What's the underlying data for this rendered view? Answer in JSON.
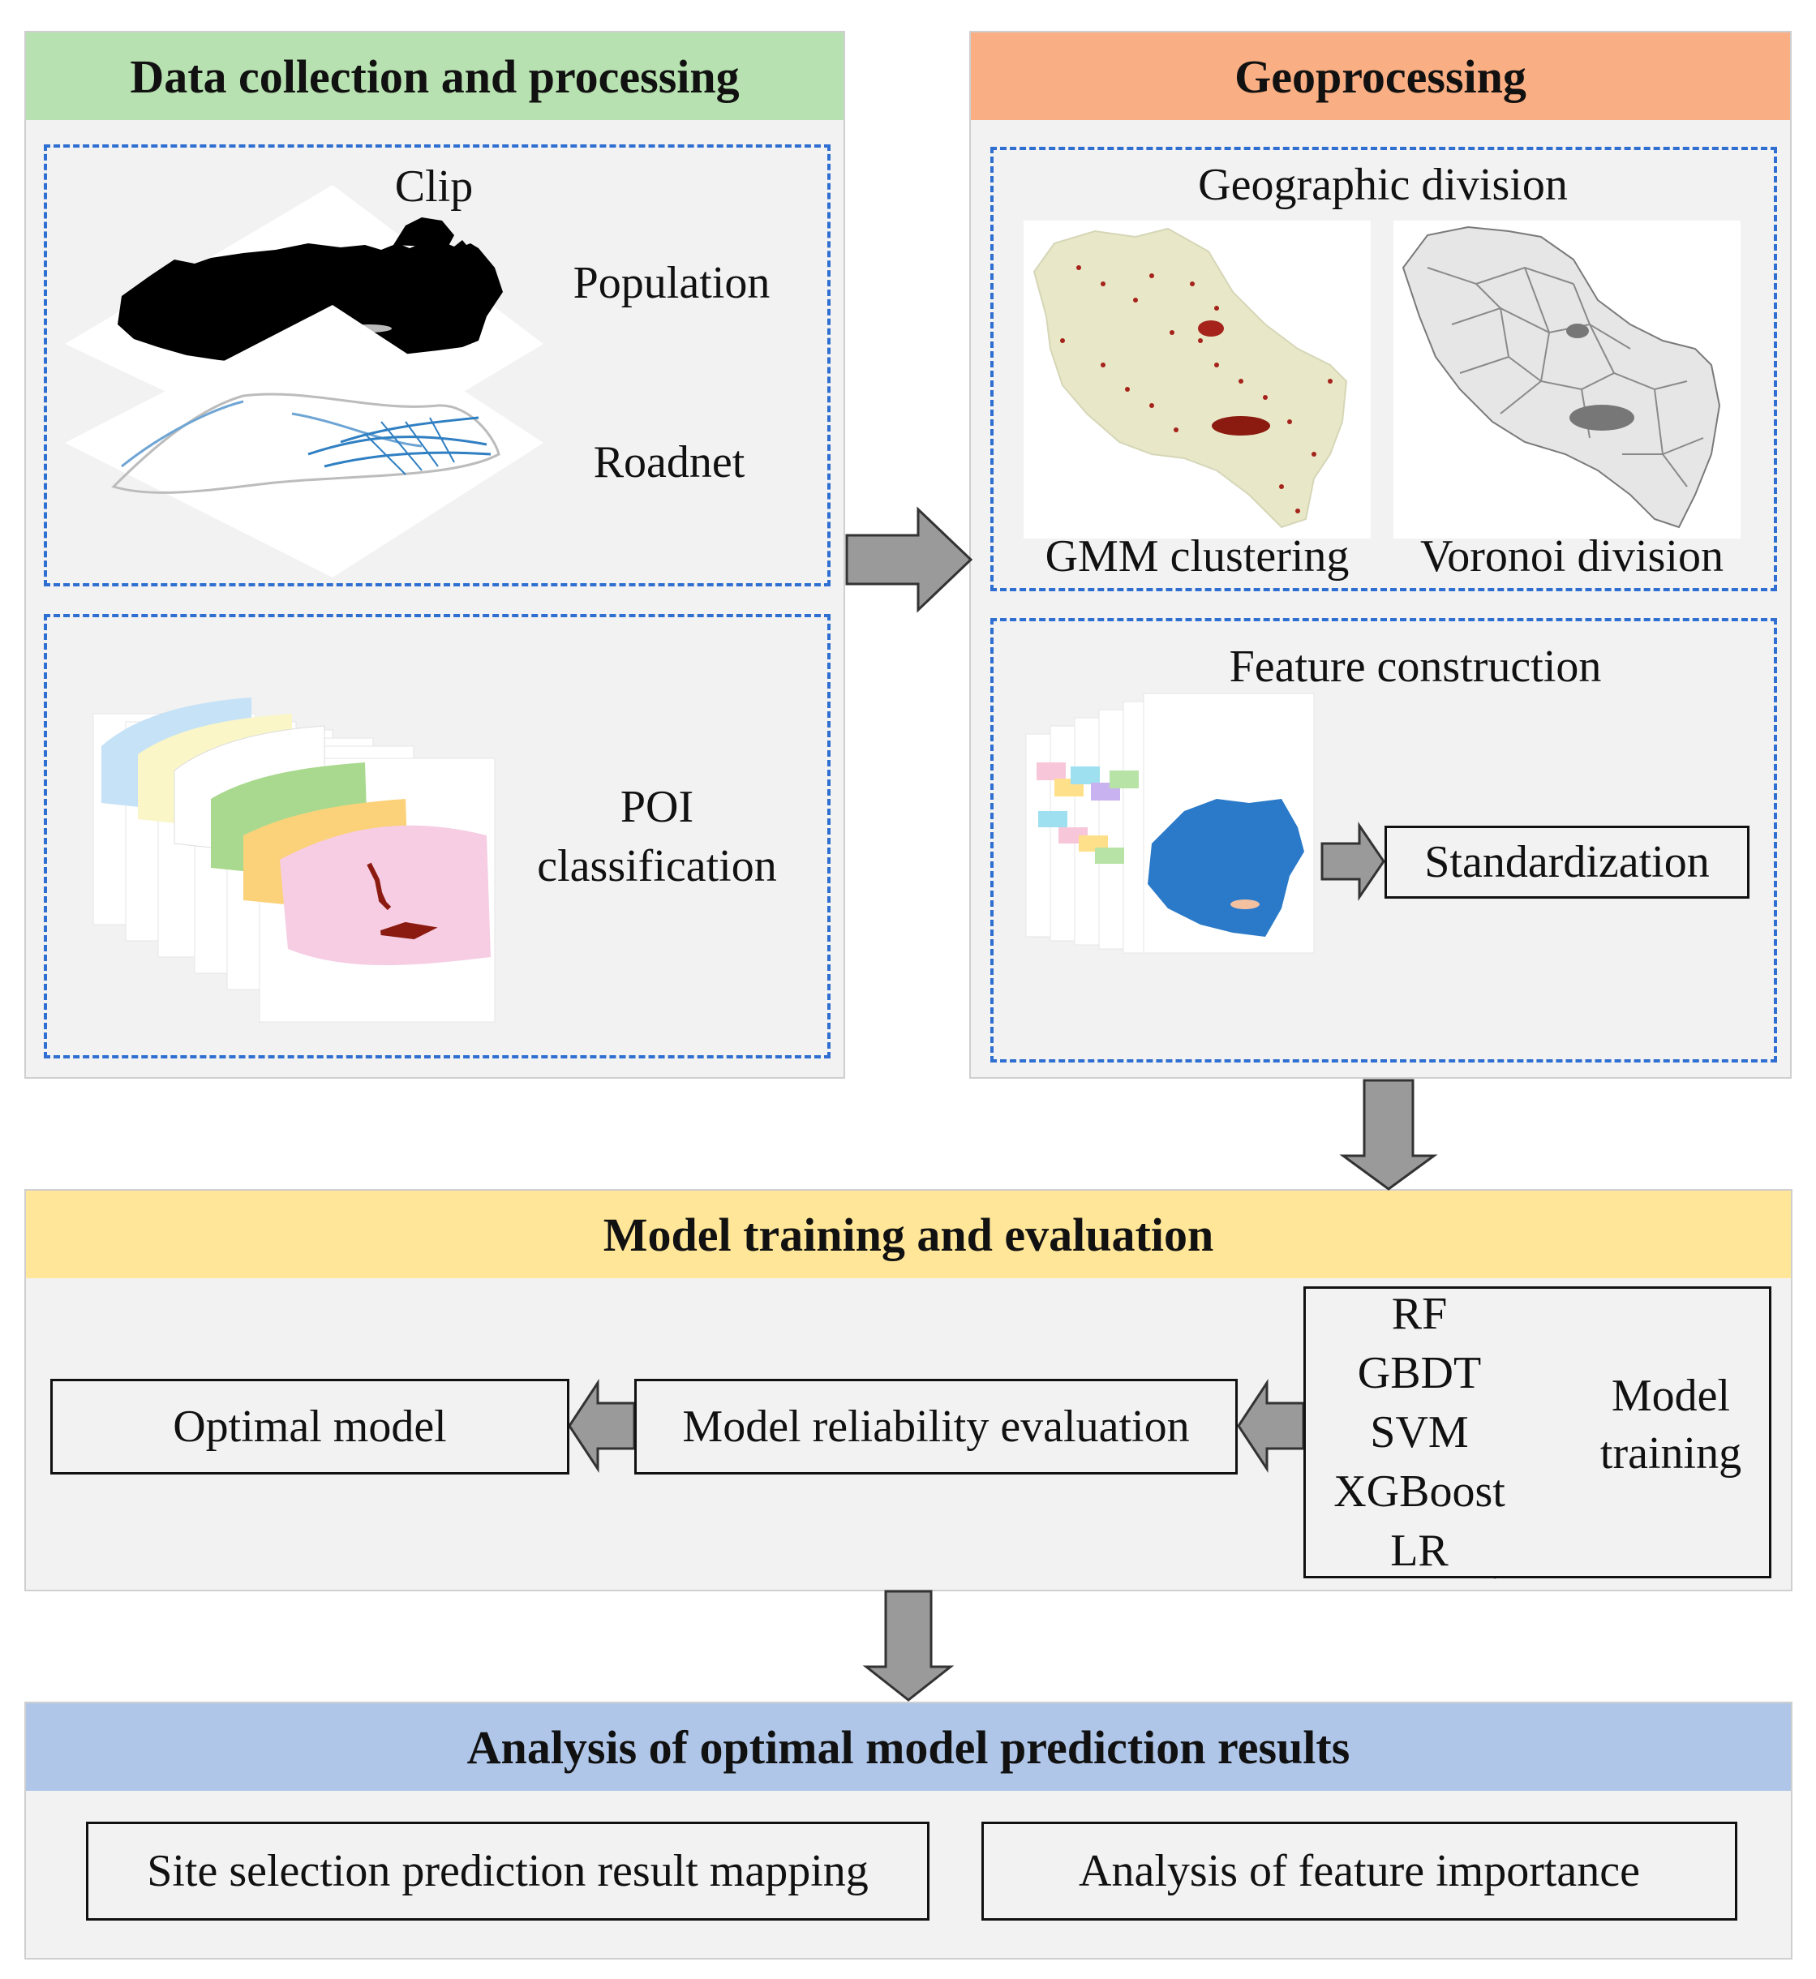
{
  "panels": {
    "data_collection": {
      "title": "Data collection and processing",
      "clip_label": "Clip",
      "population_label": "Population",
      "roadnet_label": "Roadnet",
      "poi_label_line1": "POI",
      "poi_label_line2": "classification"
    },
    "geoprocessing": {
      "title": "Geoprocessing",
      "geo_division_label": "Geographic division",
      "gmm_label": "GMM clustering",
      "voronoi_label": "Voronoi division",
      "feature_label": "Feature construction",
      "standardization_label": "Standardization"
    },
    "model_training": {
      "title": "Model training and evaluation",
      "models": [
        "RF",
        "GBDT",
        "SVM",
        "XGBoost",
        "LR"
      ],
      "model_training_line1": "Model",
      "model_training_line2": "training",
      "reliability_label": "Model reliability evaluation",
      "optimal_label": "Optimal model"
    },
    "analysis": {
      "title": "Analysis of optimal model prediction results",
      "mapping_label": "Site selection prediction result mapping",
      "importance_label": "Analysis of feature importance"
    }
  },
  "colors": {
    "green_header": "#b7e1b0",
    "orange_header": "#f9ae83",
    "yellow_header": "#ffe699",
    "blue_header": "#b0c6e8",
    "dashed_border": "#2f6fd1",
    "arrow_fill": "#9a9a9a"
  }
}
